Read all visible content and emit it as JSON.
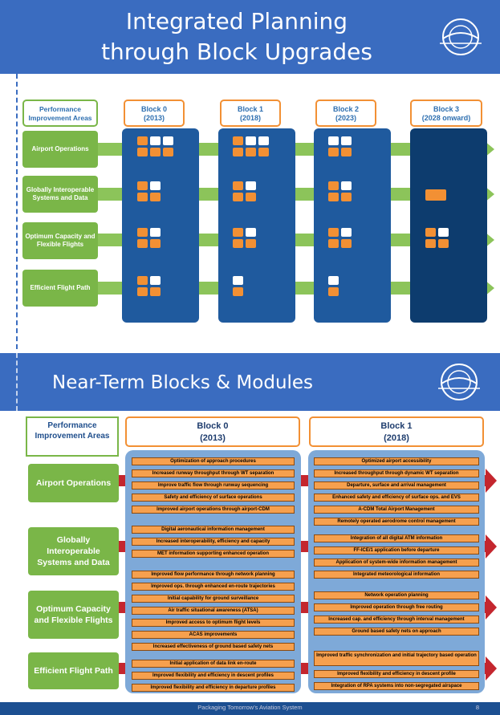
{
  "slide1": {
    "title_line1": "Integrated Planning",
    "title_line2": "through Block Upgrades",
    "pia_header": "Performance Improvement Areas",
    "blocks": [
      {
        "name": "Block 0",
        "period": "(2013)"
      },
      {
        "name": "Block 1",
        "period": "(2018)"
      },
      {
        "name": "Block 2",
        "period": "(2023)"
      },
      {
        "name": "Block 3",
        "period": "(2028 onward)"
      }
    ],
    "areas": [
      "Airport Operations",
      "Globally Interoperable Systems and Data",
      "Optimum Capacity and Flexible Flights",
      "Efficient Flight Path"
    ]
  },
  "slide2": {
    "title": "Near-Term Blocks & Modules",
    "pia_header": "Performance Improvement Areas",
    "block0": {
      "name": "Block 0",
      "period": "(2013)"
    },
    "block1": {
      "name": "Block 1",
      "period": "(2018)"
    },
    "areas": [
      "Airport Operations",
      "Globally Interoperable Systems and Data",
      "Optimum Capacity and Flexible Flights",
      "Efficient Flight Path"
    ],
    "block0_modules": [
      [
        "Optimization of approach procedures",
        "Increased runway throughput through WT separation",
        "Improve traffic flow through runway sequencing",
        "Safety and efficiency of surface operations",
        "Improved airport operations through airport-CDM"
      ],
      [
        "Digital aeronautical information management",
        "Increased interoperability, efficiency and capacity",
        "MET information supporting enhanced operation"
      ],
      [
        "Improved flow performance through network planning",
        "Improved ops. through enhanced en-route trajectories",
        "Initial capability for ground surveillance",
        "Air traffic situational awareness (ATSA)",
        "Improved access to optimum flight levels",
        "ACAS improvements",
        "Increased effectiveness of ground based safety nets"
      ],
      [
        "Initial application of data link en-route",
        "Improved flexibility and efficiency in descent profiles",
        "Improved flexibility and efficiency in departure profiles"
      ]
    ],
    "block1_modules": [
      [
        "Optimized airport accessibility",
        "Increased throughput through dynamic WT separation",
        "Departure, surface and arrival management",
        "Enhanced safety and efficiency of surface ops. and EVS",
        "A-CDM Total Airport Management",
        "Remotely operated aerodrome control management"
      ],
      [
        "Integration of all digital ATM information",
        "FF-ICE/1 application before departure",
        "Application of system-wide information management",
        "Integrated meteorological information"
      ],
      [
        "Network operation planning",
        "Improved operation through free routing",
        "Increased cap. and efficiency through interval management",
        "Ground based safety nets on approach"
      ],
      [
        "Improved traffic synchronization and initial trajectory based operation",
        "Improved flexibility and efficiency in descent profile",
        "Integration of RPA systems into non-segregated airspace"
      ]
    ],
    "footer": "Packaging Tomorrow's Aviation System",
    "page_number": "8"
  },
  "colors": {
    "header_blue": "#3a6cc0",
    "area_green": "#7ab648",
    "block_orange": "#f29034",
    "column_blue": "#1f5a9e",
    "arrow_red": "#c4262e"
  }
}
